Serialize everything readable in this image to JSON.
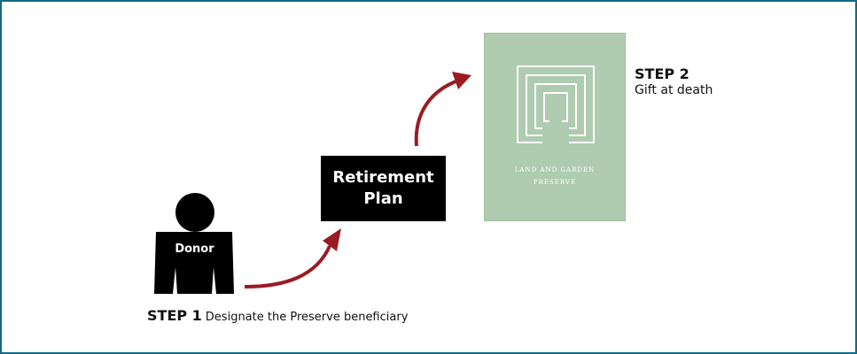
{
  "diagram": {
    "border_color": "#0f6a7f",
    "arrow_color": "#9b1b23",
    "donor": {
      "label": "Donor"
    },
    "retirement_plan": {
      "label_line1": "Retirement",
      "label_line2": "Plan"
    },
    "preserve": {
      "name_line1": "LAND AND GARDEN",
      "name_line2": "PRESERVE",
      "background": "#afcbb0"
    },
    "step1": {
      "title": "STEP 1",
      "description": "Designate the Preserve beneficiary"
    },
    "step2": {
      "title": "STEP 2",
      "description": "Gift at death"
    }
  }
}
